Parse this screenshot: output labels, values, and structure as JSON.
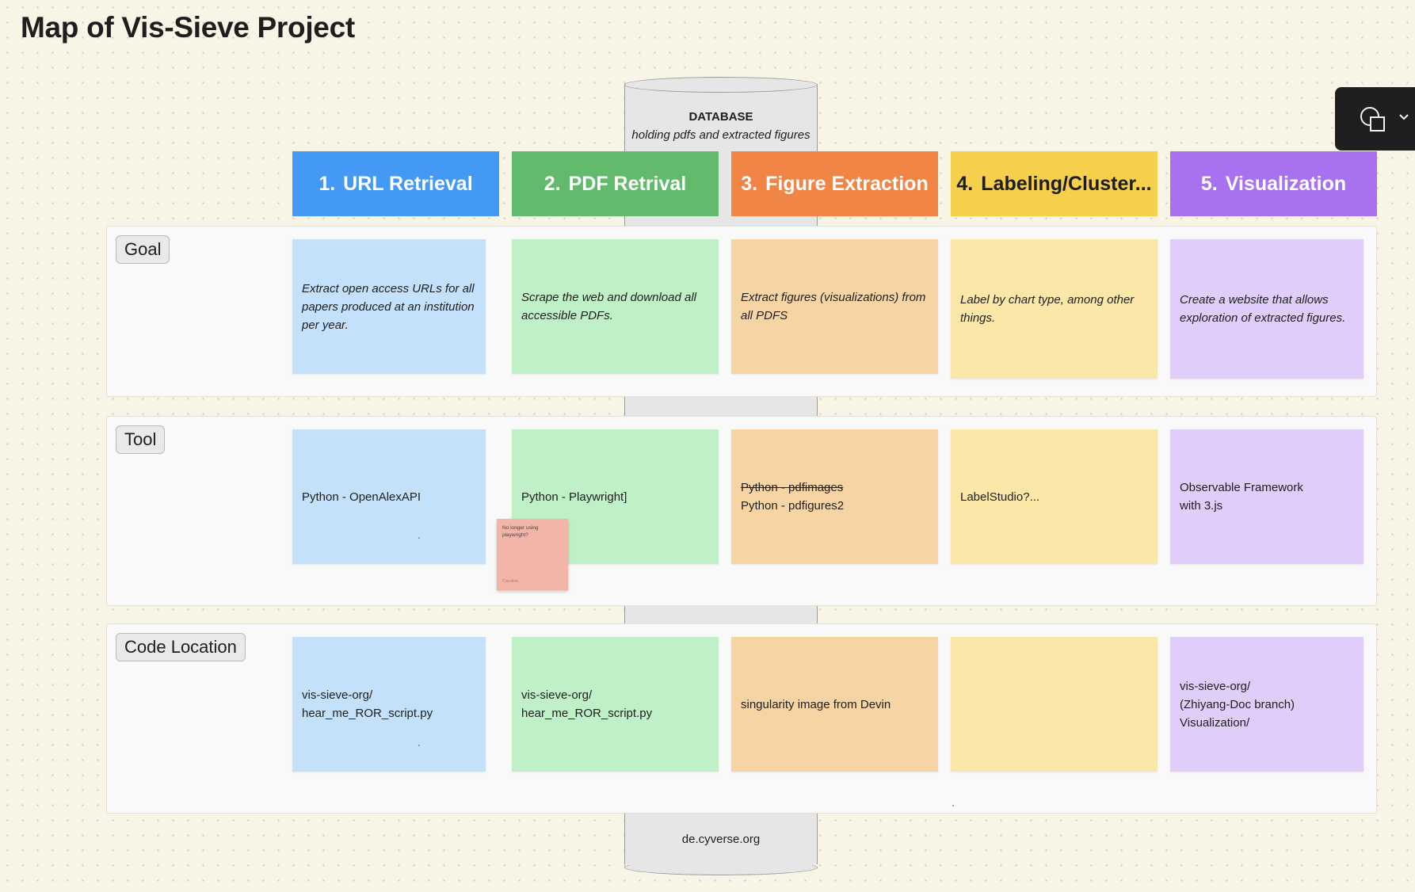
{
  "page_title": "Map of Vis-Sieve Project",
  "database": {
    "heading": "DATABASE",
    "subtitle": "holding pdfs and extracted figures",
    "footer": "de.cyverse.org"
  },
  "stages": [
    {
      "num": "1.",
      "label": "URL Retrieval",
      "color": "#4499f5"
    },
    {
      "num": "2.",
      "label": "PDF Retrival",
      "color": "#62ba6d"
    },
    {
      "num": "3.",
      "label": "Figure Extraction",
      "color": "#f08545"
    },
    {
      "num": "4.",
      "label": "Labeling/Cluster...",
      "color": "#f6cf4d"
    },
    {
      "num": "5.",
      "label": "Visualization",
      "color": "#a871ef"
    }
  ],
  "lanes": {
    "goal": {
      "label": "Goal",
      "notes": [
        "Extract open access URLs for all papers produced at an institution per year.",
        "Scrape the web and download all accessible PDFs.",
        "Extract figures (visualizations) from all PDFS",
        "Label by chart type, among other things.",
        "Create a website that allows exploration of extracted figures."
      ]
    },
    "tool": {
      "label": "Tool",
      "notes": [
        "Python - OpenAlexAPI",
        "Python - Playwright]",
        {
          "struck": "Python - pdfimages",
          "text": "Python - pdfigures2"
        },
        "LabelStudio?...",
        "Observable Framework\nwith 3.js"
      ]
    },
    "code": {
      "label": "Code Location",
      "notes": [
        "vis-sieve-org/\nhear_me_ROR_script.py",
        "vis-sieve-org/\nhear_me_ROR_script.py",
        "singularity image from Devin",
        "",
        "vis-sieve-org/\n(Zhiyang-Doc branch)\nVisualization/"
      ]
    }
  },
  "comment_note": {
    "text": "No longer using playwright?",
    "author": "Caroline"
  },
  "toolbar": {
    "icon": "shapes-icon",
    "dropdown_icon": "chevron-down-icon"
  }
}
